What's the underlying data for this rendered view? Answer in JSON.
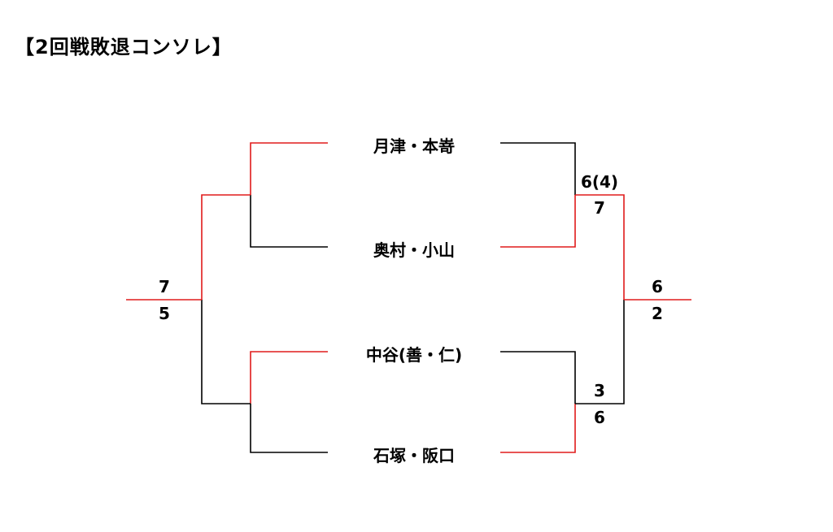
{
  "title": "【2回戦敗退コンソレ】",
  "colors": {
    "winner_line": "#e01b1b",
    "loser_line": "#000000"
  },
  "teams": [
    "月津・本嵜",
    "奥村・小山",
    "中谷(善・仁)",
    "石塚・阪口"
  ],
  "matches": {
    "semi_top": {
      "players": [
        "月津・本嵜",
        "奥村・小山"
      ],
      "scores": [
        "6(4)",
        "7"
      ],
      "winner": "奥村・小山",
      "side": "right"
    },
    "semi_bottom": {
      "players": [
        "中谷(善・仁)",
        "石塚・阪口"
      ],
      "scores": [
        "3",
        "6"
      ],
      "winner": "石塚・阪口",
      "side": "right"
    },
    "final_right": {
      "scores": [
        "6",
        "2"
      ]
    },
    "final_left": {
      "scores": [
        "7",
        "5"
      ]
    }
  }
}
